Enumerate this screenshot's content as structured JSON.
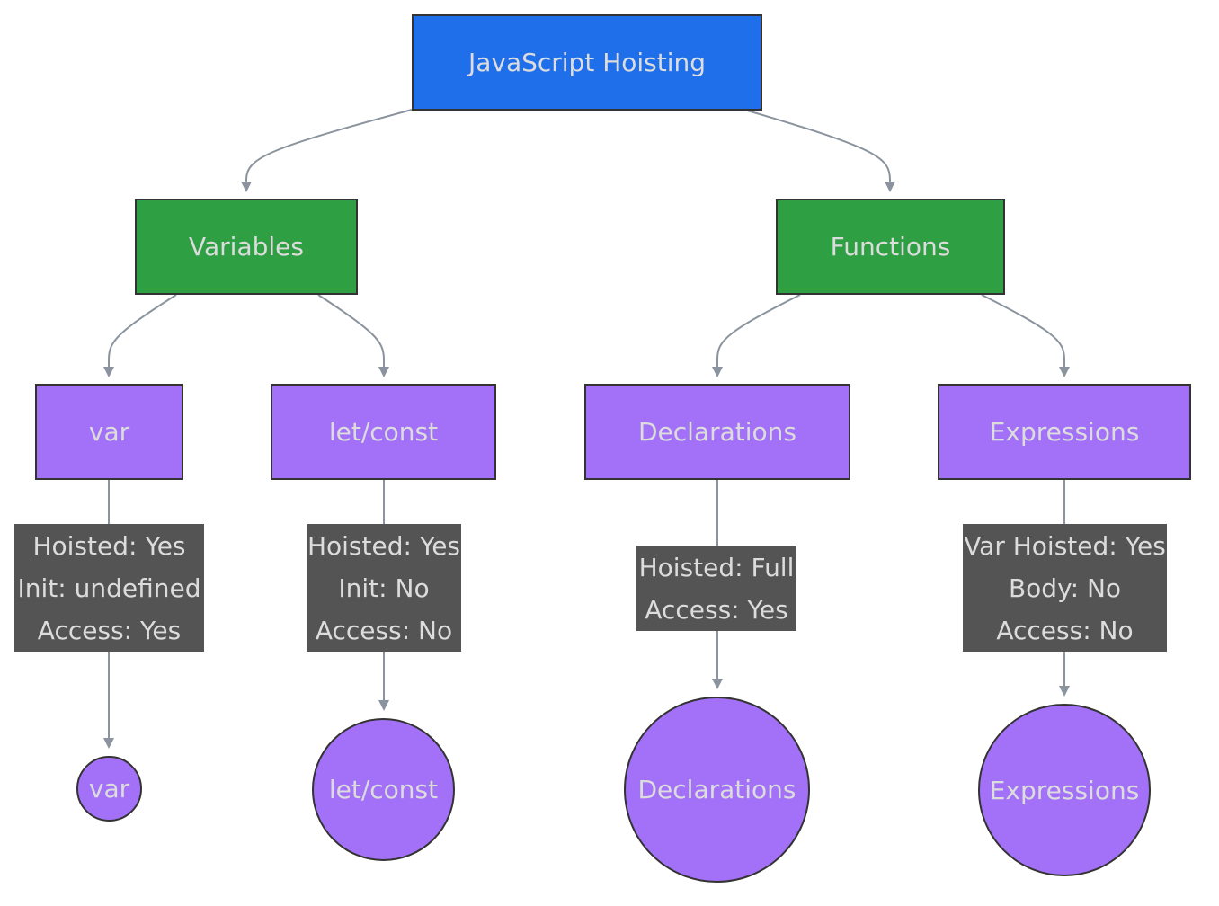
{
  "colors": {
    "root": "#1f6feb",
    "category": "#2ea043",
    "leaf": "#a371f7",
    "label_bg": "#545454",
    "edge": "#8b949e"
  },
  "nodes": {
    "root": "JavaScript Hoisting",
    "variables": "Variables",
    "functions": "Functions",
    "var": "var",
    "letconst": "let/const",
    "declarations": "Declarations",
    "expressions": "Expressions",
    "var_end": "var",
    "letconst_end": "let/const",
    "declarations_end": "Declarations",
    "expressions_end": "Expressions"
  },
  "edge_labels": {
    "var": [
      "Hoisted: Yes",
      "Init: undefined",
      "Access: Yes"
    ],
    "letconst": [
      "Hoisted: Yes",
      "Init: No",
      "Access: No"
    ],
    "declarations": [
      "Hoisted: Full",
      "Access: Yes"
    ],
    "expressions": [
      "Var Hoisted: Yes",
      "Body: No",
      "Access: No"
    ]
  }
}
